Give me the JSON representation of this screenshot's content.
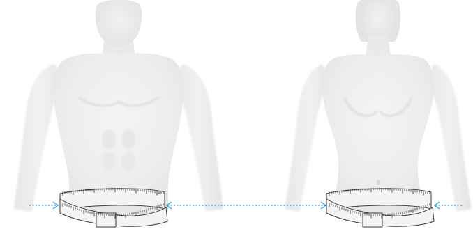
{
  "figures": [
    {
      "id": "male",
      "label": ""
    },
    {
      "id": "female",
      "label": ""
    }
  ],
  "measure_line": {
    "color": "#29a3dd",
    "style": "dotted",
    "arrow_style": "chevron"
  },
  "tape": {
    "color": "#f4f4f4",
    "outline": "#3a3a3a",
    "tick_color": "#2b2b2b"
  },
  "colors": {
    "background": "#ffffff",
    "skin_light": "#f2f2f2",
    "skin_mid": "#e8e8e8",
    "skin_shadow": "#dcdcdc"
  }
}
